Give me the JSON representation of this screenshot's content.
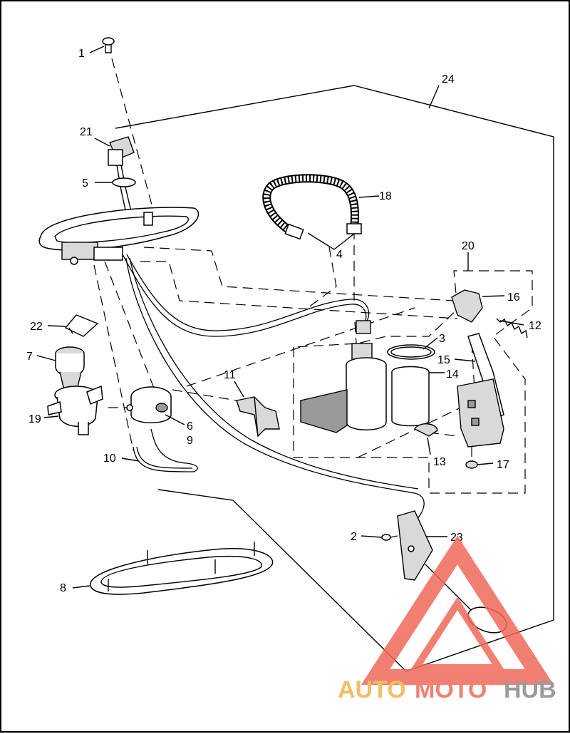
{
  "diagram": {
    "callouts": [
      {
        "id": "c1",
        "text": "1"
      },
      {
        "id": "c2",
        "text": "2"
      },
      {
        "id": "c3",
        "text": "3"
      },
      {
        "id": "c4",
        "text": "4"
      },
      {
        "id": "c5",
        "text": "5"
      },
      {
        "id": "c6",
        "text": "6"
      },
      {
        "id": "c7",
        "text": "7"
      },
      {
        "id": "c8",
        "text": "8"
      },
      {
        "id": "c9",
        "text": "9"
      },
      {
        "id": "c10",
        "text": "10"
      },
      {
        "id": "c11",
        "text": "11"
      },
      {
        "id": "c12",
        "text": "12"
      },
      {
        "id": "c13",
        "text": "13"
      },
      {
        "id": "c14",
        "text": "14"
      },
      {
        "id": "c15",
        "text": "15"
      },
      {
        "id": "c16",
        "text": "16"
      },
      {
        "id": "c17",
        "text": "17"
      },
      {
        "id": "c18",
        "text": "18"
      },
      {
        "id": "c19",
        "text": "19"
      },
      {
        "id": "c20",
        "text": "20"
      },
      {
        "id": "c21",
        "text": "21"
      },
      {
        "id": "c22",
        "text": "22"
      },
      {
        "id": "c23",
        "text": "23"
      },
      {
        "id": "c24",
        "text": "24"
      }
    ]
  },
  "watermark": {
    "part1": "AUTO",
    "part2": "MOTO",
    "part3": "HUB",
    "colors": {
      "auto": "#f2b24a",
      "moto": "#f06a5a",
      "hub": "#8a8a8a",
      "triangle": "#f06a5a"
    }
  }
}
